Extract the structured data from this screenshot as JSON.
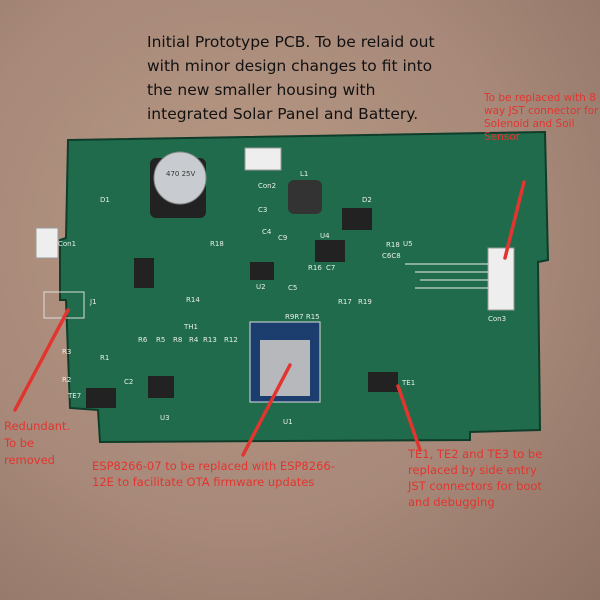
{
  "caption": "Initial Prototype PCB. To be relaid out with minor design changes to fit into the new smaller housing with integrated Solar Panel and Battery.",
  "annotations": {
    "connector": "To be replaced with 8 way JST connector for  Solenoid and Soil Sensor",
    "redundant": "Redundant. To be removed",
    "esp": "ESP8266-07 to be replaced with ESP8266-12E to facilitate OTA firmware updates",
    "te": "TE1, TE2 and TE3 to be replaced by side entry JST connectors for boot and debugging"
  },
  "silkscreen": {
    "d1": "D1",
    "con1": "Con1",
    "con2": "Con2",
    "c3": "C3",
    "l1": "L1",
    "d2": "D2",
    "r18": "R18",
    "c4": "C4",
    "c9": "C9",
    "u4": "U4",
    "r16": "R16",
    "c7": "C7",
    "u2": "U2",
    "c5": "C5",
    "r17": "R17",
    "r19": "R19",
    "u5": "U5",
    "c6c8": "C6C8",
    "j1": "J1",
    "r14": "R14",
    "th1": "TH1",
    "r9r7r15": "R9R7 R15",
    "r6": "R6",
    "r5": "R5",
    "r8": "R8",
    "r4": "R4",
    "r13": "R13",
    "r12": "R12",
    "r3": "R3",
    "r1": "R1",
    "r2": "R2",
    "c2": "C2",
    "te7": "TE7",
    "u3": "U3",
    "u1": "U1",
    "te1": "TE1",
    "con3": "Con3",
    "cap_label": "470 25V"
  },
  "colors": {
    "board": "#1f6b4c",
    "annotation": "#e2352f",
    "background": "#a8897a"
  }
}
